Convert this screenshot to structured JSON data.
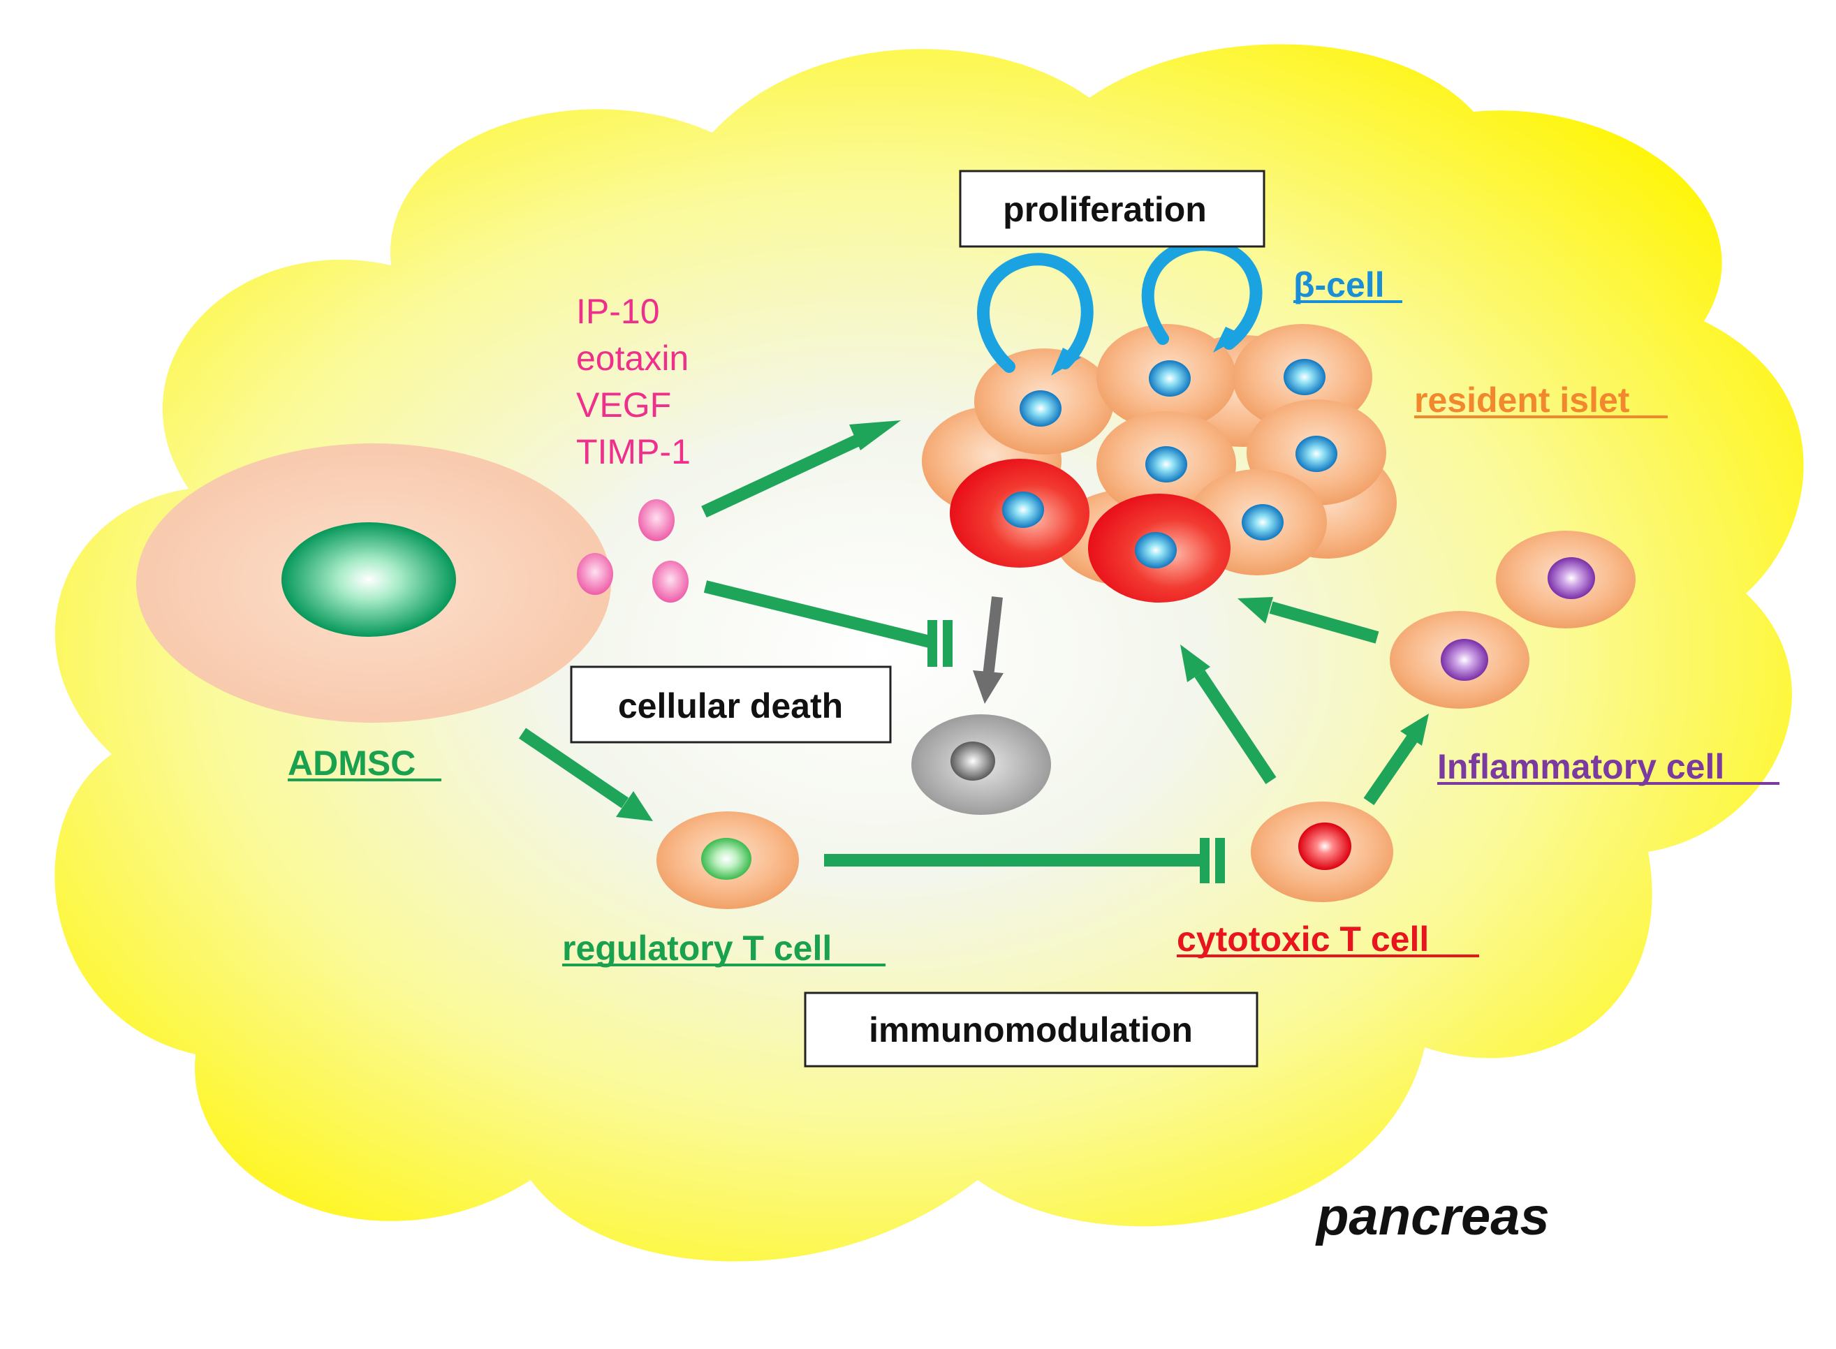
{
  "labels": {
    "proliferation": "proliferation",
    "cellular_death": "cellular death",
    "immunomodulation": "immunomodulation",
    "beta_cell": "β-cell",
    "resident_islet": "resident islet",
    "admsc": "ADMSC",
    "regulatory_t_cell": "regulatory T cell",
    "cytotoxic_t_cell": "cytotoxic T cell",
    "inflammatory_cell": "Inflammatory cell",
    "pancreas": "pancreas"
  },
  "factors": [
    "IP-10",
    "eotaxin",
    "VEGF",
    "TIMP-1"
  ],
  "colors": {
    "background_yellow": "#fff500",
    "arrow_green": "#1ea55a",
    "death_arrow_gray": "#6e6e6e",
    "factor_pink": "#ee2f8c",
    "admsc_label": "#1aa150",
    "beta_cell_label": "#1a8fd8",
    "resident_islet_label": "#f2882e",
    "cytotoxic_label": "#e8141e",
    "inflammatory_label": "#7a3aa0",
    "regulatory_label": "#1aa150"
  }
}
